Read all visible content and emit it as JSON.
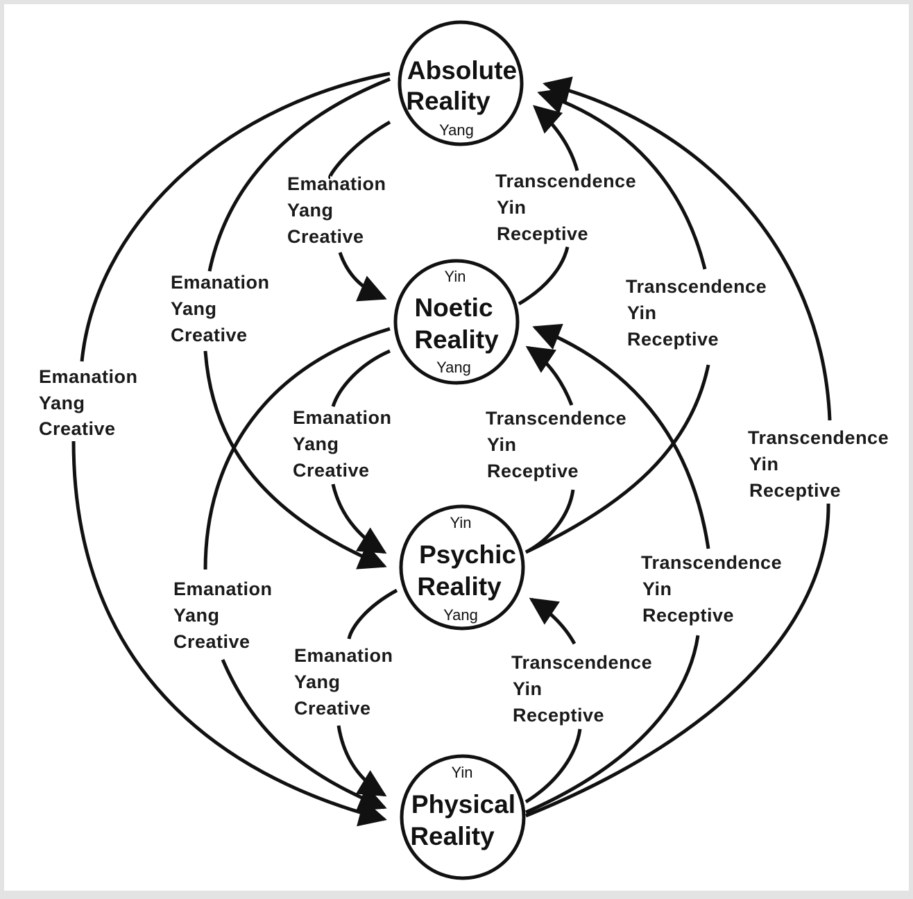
{
  "nodes": {
    "absolute": {
      "line1": "Absolute",
      "line2": "Reality",
      "bottom": "Yang"
    },
    "noetic": {
      "top": "Yin",
      "line1": "Noetic",
      "line2": "Reality",
      "bottom": "Yang"
    },
    "psychic": {
      "top": "Yin",
      "line1": "Psychic",
      "line2": "Reality",
      "bottom": "Yang"
    },
    "physical": {
      "top": "Yin",
      "line1": "Physical",
      "line2": "Reality"
    }
  },
  "labels": {
    "emanation": [
      "Emanation",
      "Yang",
      "Creative"
    ],
    "transcendence": [
      "Transcendence",
      "Yin",
      "Receptive"
    ]
  },
  "colors": {
    "line": "#111111",
    "background": "#ffffff",
    "frame": "#e3e3e3"
  }
}
